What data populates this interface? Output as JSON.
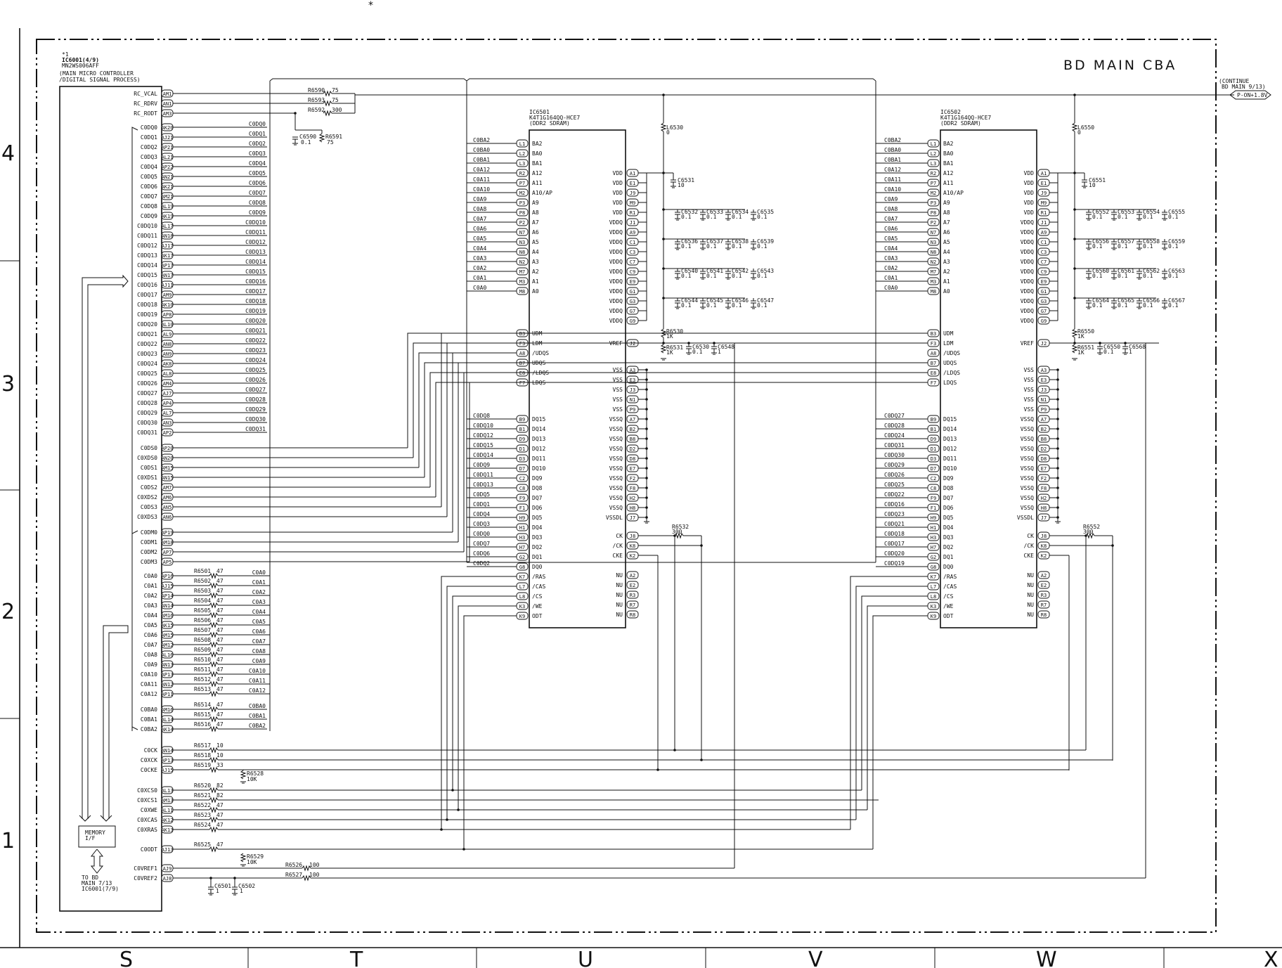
{
  "title": "BD MAIN CBA",
  "asterisk": "*",
  "continue_flag": {
    "line1": "(CONTINUE",
    "line2": "BD MAIN 9/13)",
    "net": "P-ON+1.8V"
  },
  "border": {
    "rows": [
      "4",
      "3",
      "2",
      "1"
    ],
    "cols": [
      "S",
      "T",
      "U",
      "V",
      "W",
      "X"
    ]
  },
  "ic6001": {
    "mark": "*1",
    "ref": "IC6001(4/9)",
    "part": "MN2WS006AFF",
    "desc1": "(MAIN MICRO CONTROLLER",
    "desc2": "/DIGITAL SIGNAL PROCESS)",
    "memory_if": [
      "MEMORY",
      "I/F"
    ],
    "to_note": [
      "TO BD",
      "MAIN 7/13",
      "IC6001(7/9)"
    ],
    "pins": [
      {
        "n": "RC_VCAL",
        "p": "AM1"
      },
      {
        "n": "RC_RDRV",
        "p": "AN1"
      },
      {
        "n": "RC_RODT",
        "p": "AM3"
      },
      {
        "n": "C0DQ0",
        "p": "AK20"
      },
      {
        "n": "C0DQ1",
        "p": "AJ21"
      },
      {
        "n": "C0DQ2",
        "p": "AP21"
      },
      {
        "n": "C0DQ3",
        "p": "AL21"
      },
      {
        "n": "C0DQ4",
        "p": "AP22"
      },
      {
        "n": "C0DQ5",
        "p": "AN21"
      },
      {
        "n": "C0DQ6",
        "p": "AK21"
      },
      {
        "n": "C0DQ7",
        "p": "AM21"
      },
      {
        "n": "C0DQ8",
        "p": "AL19"
      },
      {
        "n": "C0DQ9",
        "p": "AK19"
      },
      {
        "n": "C0DQ10",
        "p": "AL17"
      },
      {
        "n": "C0DQ11",
        "p": "AN18"
      },
      {
        "n": "C0DQ12",
        "p": "AJ17"
      },
      {
        "n": "C0DQ13",
        "p": "AK17"
      },
      {
        "n": "C0DQ14",
        "p": "AP17"
      },
      {
        "n": "C0DQ15",
        "p": "AN17"
      },
      {
        "n": "C0DQ16",
        "p": "AJ11"
      },
      {
        "n": "C0DQ17",
        "p": "AM9"
      },
      {
        "n": "C0DQ18",
        "p": "AK10"
      },
      {
        "n": "C0DQ19",
        "p": "AP8"
      },
      {
        "n": "C0DQ20",
        "p": "AL10"
      },
      {
        "n": "C0DQ21",
        "p": "AL9"
      },
      {
        "n": "C0DQ22",
        "p": "AN8"
      },
      {
        "n": "C0DQ23",
        "p": "AN9"
      },
      {
        "n": "C0DQ24",
        "p": "AK8"
      },
      {
        "n": "C0DQ25",
        "p": "AL8"
      },
      {
        "n": "C0DQ26",
        "p": "AM4"
      },
      {
        "n": "C0DQ27",
        "p": "AJ7"
      },
      {
        "n": "C0DQ28",
        "p": "AP4"
      },
      {
        "n": "C0DQ29",
        "p": "AL7"
      },
      {
        "n": "C0DQ30",
        "p": "AN3"
      },
      {
        "n": "C0DQ31",
        "p": "AP2"
      },
      {
        "n": "C0DS0",
        "p": "AP20"
      },
      {
        "n": "C0XDS0",
        "p": "AN20"
      },
      {
        "n": "C0DS1",
        "p": "AM15"
      },
      {
        "n": "C0XDS1",
        "p": "AN15"
      },
      {
        "n": "C0DS2",
        "p": "AM7"
      },
      {
        "n": "C0XDS2",
        "p": "AM6"
      },
      {
        "n": "C0DS3",
        "p": "AN5"
      },
      {
        "n": "C0XDS3",
        "p": "AN6"
      },
      {
        "n": "C0DM0",
        "p": "AP19"
      },
      {
        "n": "C0DM1",
        "p": "AM18"
      },
      {
        "n": "C0DM2",
        "p": "AP7"
      },
      {
        "n": "C0DM3",
        "p": "AP5"
      },
      {
        "n": "C0A0",
        "p": "AP16"
      },
      {
        "n": "C0A1",
        "p": "AJ15"
      },
      {
        "n": "C0A2",
        "p": "AP14"
      },
      {
        "n": "C0A3",
        "p": "AN14"
      },
      {
        "n": "C0A4",
        "p": "AM16"
      },
      {
        "n": "C0A5",
        "p": "AK15"
      },
      {
        "n": "C0A6",
        "p": "AM15"
      },
      {
        "n": "C0A7",
        "p": "AM12"
      },
      {
        "n": "C0A8",
        "p": "AL16"
      },
      {
        "n": "C0A9",
        "p": "AN13"
      },
      {
        "n": "C0A10",
        "p": "AP13"
      },
      {
        "n": "C0A11",
        "p": "AN12"
      },
      {
        "n": "C0A12",
        "p": "AP11"
      },
      {
        "n": "C0BA0",
        "p": "AM16"
      },
      {
        "n": "C0BA1",
        "p": "AL14"
      },
      {
        "n": "C0BA2",
        "p": "AK14"
      },
      {
        "n": "C0CK",
        "p": "AN14"
      },
      {
        "n": "C0XCK",
        "p": "AP13"
      },
      {
        "n": "C0CKE",
        "p": "AJ15"
      },
      {
        "n": "C0XCS0",
        "p": "AL13"
      },
      {
        "n": "C0XCS1",
        "p": "AM13"
      },
      {
        "n": "C0XWE",
        "p": "AL11"
      },
      {
        "n": "C0XCAS",
        "p": "AK12"
      },
      {
        "n": "C0XRAS",
        "p": "AK13"
      },
      {
        "n": "C0ODT",
        "p": "AJ13"
      },
      {
        "n": "C0VREF1",
        "p": "AJ9"
      },
      {
        "n": "C0VREF2",
        "p": "AJ8"
      }
    ],
    "dq_nets": [
      "C0DQ0",
      "C0DQ1",
      "C0DQ2",
      "C0DQ3",
      "C0DQ4",
      "C0DQ5",
      "C0DQ6",
      "C0DQ7",
      "C0DQ8",
      "C0DQ9",
      "C0DQ10",
      "C0DQ11",
      "C0DQ12",
      "C0DQ13",
      "C0DQ14",
      "C0DQ15",
      "C0DQ16",
      "C0DQ17",
      "C0DQ18",
      "C0DQ19",
      "C0DQ20",
      "C0DQ21",
      "C0DQ22",
      "C0DQ23",
      "C0DQ24",
      "C0DQ25",
      "C0DQ26",
      "C0DQ27",
      "C0DQ28",
      "C0DQ29",
      "C0DQ30",
      "C0DQ31"
    ],
    "addr_res": [
      {
        "r": "R6501",
        "v": "47",
        "net": "C0A0"
      },
      {
        "r": "R6502",
        "v": "47",
        "net": "C0A1"
      },
      {
        "r": "R6503",
        "v": "47",
        "net": "C0A2"
      },
      {
        "r": "R6504",
        "v": "47",
        "net": "C0A3"
      },
      {
        "r": "R6505",
        "v": "47",
        "net": "C0A4"
      },
      {
        "r": "R6506",
        "v": "47",
        "net": "C0A5"
      },
      {
        "r": "R6507",
        "v": "47",
        "net": "C0A6"
      },
      {
        "r": "R6508",
        "v": "47",
        "net": "C0A7"
      },
      {
        "r": "R6509",
        "v": "47",
        "net": "C0A8"
      },
      {
        "r": "R6510",
        "v": "47",
        "net": "C0A9"
      },
      {
        "r": "R6511",
        "v": "47",
        "net": "C0A10"
      },
      {
        "r": "R6512",
        "v": "47",
        "net": "C0A11"
      },
      {
        "r": "R6513",
        "v": "47",
        "net": "C0A12"
      }
    ],
    "ba_res": [
      {
        "r": "R6514",
        "v": "47",
        "net": "C0BA0"
      },
      {
        "r": "R6515",
        "v": "47",
        "net": "C0BA1"
      },
      {
        "r": "R6516",
        "v": "47",
        "net": "C0BA2"
      }
    ],
    "ctl_res": [
      {
        "r": "R6517",
        "v": "10"
      },
      {
        "r": "R6518",
        "v": "10"
      },
      {
        "r": "R6519",
        "v": "33"
      },
      {
        "r": "R6520",
        "v": "82"
      },
      {
        "r": "R6521",
        "v": "82"
      },
      {
        "r": "R6522",
        "v": "47"
      },
      {
        "r": "R6523",
        "v": "47"
      },
      {
        "r": "R6524",
        "v": "47"
      },
      {
        "r": "R6525",
        "v": "47"
      }
    ],
    "misc": {
      "r6520b": {
        "r": "R6528",
        "v": "10K"
      },
      "r6529": {
        "r": "R6529",
        "v": "10K"
      },
      "r6526": {
        "r": "R6526",
        "v": "100"
      },
      "r6527": {
        "r": "R6527",
        "v": "100"
      },
      "c6501": {
        "r": "C6501",
        "v": "1"
      },
      "c6502": {
        "r": "C6502",
        "v": "1"
      },
      "r6590": {
        "r": "R6590",
        "v": "75"
      },
      "r6593": {
        "r": "R6593",
        "v": "75"
      },
      "r6592": {
        "r": "R6592",
        "v": "300"
      },
      "c6590": {
        "r": "C6590",
        "v": "0.1"
      },
      "r6591": {
        "r": "R6591",
        "v": "75"
      }
    }
  },
  "rams": [
    {
      "ref": "IC6501",
      "part": "K4T1G164QQ-HCE7",
      "desc": "(DDR2 SDRAM)",
      "left_nets_top": [
        "C0BA2",
        "C0BA0",
        "C0BA1",
        "C0A12",
        "C0A11",
        "C0A10",
        "C0A9",
        "C0A8",
        "C0A7",
        "C0A6",
        "C0A5",
        "C0A4",
        "C0A3",
        "C0A2",
        "C0A1",
        "C0A0"
      ],
      "left_nets_dq": [
        "C0DQ8",
        "C0DQ10",
        "C0DQ12",
        "C0DQ15",
        "C0DQ14",
        "C0DQ9",
        "C0DQ11",
        "C0DQ13",
        "C0DQ5",
        "C0DQ1",
        "C0DQ4",
        "C0DQ3",
        "C0DQ0",
        "C0DQ7",
        "C0DQ6",
        "C0DQ2"
      ],
      "inductor": {
        "r": "L6530",
        "v": "0"
      },
      "vref_res": {
        "r": "R6530",
        "v": "1K"
      },
      "vref_res2": {
        "r": "R6531",
        "v": "1K"
      },
      "ck_res": {
        "r": "R6532",
        "v": "300"
      },
      "caps_top": {
        "r": "C6531",
        "v": "10"
      },
      "cap_rows": [
        [
          {
            "r": "C6532",
            "v": "0.1"
          },
          {
            "r": "C6533",
            "v": "0.1"
          },
          {
            "r": "C6534",
            "v": "0.1"
          },
          {
            "r": "C6535",
            "v": "0.1"
          }
        ],
        [
          {
            "r": "C6536",
            "v": "0.1"
          },
          {
            "r": "C6537",
            "v": "0.1"
          },
          {
            "r": "C6538",
            "v": "0.1"
          },
          {
            "r": "C6539",
            "v": "0.1"
          }
        ],
        [
          {
            "r": "C6540",
            "v": "0.1"
          },
          {
            "r": "C6541",
            "v": "0.1"
          },
          {
            "r": "C6542",
            "v": "0.1"
          },
          {
            "r": "C6543",
            "v": "0.1"
          }
        ],
        [
          {
            "r": "C6544",
            "v": "0.1"
          },
          {
            "r": "C6545",
            "v": "0.1"
          },
          {
            "r": "C6546",
            "v": "0.1"
          },
          {
            "r": "C6547",
            "v": "0.1"
          }
        ]
      ],
      "vref_caps": [
        {
          "r": "C6530",
          "v": "0.1"
        },
        {
          "r": "C6548",
          "v": "1"
        }
      ]
    },
    {
      "ref": "IC6502",
      "part": "K4T1G164QQ-HCE7",
      "desc": "(DDR2 SDRAM)",
      "left_nets_top": [
        "C0BA2",
        "C0BA0",
        "C0BA1",
        "C0A12",
        "C0A11",
        "C0A10",
        "C0A9",
        "C0A8",
        "C0A7",
        "C0A6",
        "C0A5",
        "C0A4",
        "C0A3",
        "C0A2",
        "C0A1",
        "C0A0"
      ],
      "left_nets_dq": [
        "C0DQ27",
        "C0DQ28",
        "C0DQ24",
        "C0DQ31",
        "C0DQ30",
        "C0DQ29",
        "C0DQ26",
        "C0DQ25",
        "C0DQ22",
        "C0DQ16",
        "C0DQ23",
        "C0DQ21",
        "C0DQ18",
        "C0DQ17",
        "C0DQ20",
        "C0DQ19"
      ],
      "inductor": {
        "r": "L6550",
        "v": "0"
      },
      "vref_res": {
        "r": "R6550",
        "v": "1K"
      },
      "vref_res2": {
        "r": "R6551",
        "v": "1K"
      },
      "ck_res": {
        "r": "R6552",
        "v": "300"
      },
      "caps_top": {
        "r": "C6551",
        "v": "10"
      },
      "cap_rows": [
        [
          {
            "r": "C6552",
            "v": "0.1"
          },
          {
            "r": "C6553",
            "v": "0.1"
          },
          {
            "r": "C6554",
            "v": "0.1"
          },
          {
            "r": "C6555",
            "v": "0.1"
          }
        ],
        [
          {
            "r": "C6556",
            "v": "0.1"
          },
          {
            "r": "C6557",
            "v": "0.1"
          },
          {
            "r": "C6558",
            "v": "0.1"
          },
          {
            "r": "C6559",
            "v": "0.1"
          }
        ],
        [
          {
            "r": "C6560",
            "v": "0.1"
          },
          {
            "r": "C6561",
            "v": "0.1"
          },
          {
            "r": "C6562",
            "v": "0.1"
          },
          {
            "r": "C6563",
            "v": "0.1"
          }
        ],
        [
          {
            "r": "C6564",
            "v": "0.1"
          },
          {
            "r": "C6565",
            "v": "0.1"
          },
          {
            "r": "C6566",
            "v": "0.1"
          },
          {
            "r": "C6567",
            "v": "0.1"
          }
        ]
      ],
      "vref_caps": [
        {
          "r": "C6550",
          "v": "0.1"
        },
        {
          "r": "C6568",
          "v": "1"
        }
      ]
    }
  ],
  "ram_pins": {
    "left_top": [
      {
        "p": "L1",
        "n": "BA2"
      },
      {
        "p": "L2",
        "n": "BA0"
      },
      {
        "p": "L3",
        "n": "BA1"
      },
      {
        "p": "R2",
        "n": "A12"
      },
      {
        "p": "P7",
        "n": "A11"
      },
      {
        "p": "M2",
        "n": "A10/AP"
      },
      {
        "p": "P3",
        "n": "A9"
      },
      {
        "p": "P8",
        "n": "A8"
      },
      {
        "p": "P2",
        "n": "A7"
      },
      {
        "p": "N7",
        "n": "A6"
      },
      {
        "p": "N3",
        "n": "A5"
      },
      {
        "p": "N8",
        "n": "A4"
      },
      {
        "p": "N2",
        "n": "A3"
      },
      {
        "p": "M7",
        "n": "A2"
      },
      {
        "p": "M3",
        "n": "A1"
      },
      {
        "p": "M8",
        "n": "A0"
      }
    ],
    "left_strobe": [
      {
        "p": "B3",
        "n": "UDM"
      },
      {
        "p": "F3",
        "n": "LDM"
      },
      {
        "p": "A8",
        "n": "/UDQS"
      },
      {
        "p": "B7",
        "n": "UDQS"
      },
      {
        "p": "E8",
        "n": "/LDQS"
      },
      {
        "p": "F7",
        "n": "LDQS"
      }
    ],
    "left_dq": [
      {
        "p": "B9",
        "n": "DQ15"
      },
      {
        "p": "B1",
        "n": "DQ14"
      },
      {
        "p": "D9",
        "n": "DQ13"
      },
      {
        "p": "D1",
        "n": "DQ12"
      },
      {
        "p": "D3",
        "n": "DQ11"
      },
      {
        "p": "D7",
        "n": "DQ10"
      },
      {
        "p": "C2",
        "n": "DQ9"
      },
      {
        "p": "C8",
        "n": "DQ8"
      },
      {
        "p": "F9",
        "n": "DQ7"
      },
      {
        "p": "F1",
        "n": "DQ6"
      },
      {
        "p": "H9",
        "n": "DQ5"
      },
      {
        "p": "H1",
        "n": "DQ4"
      },
      {
        "p": "H3",
        "n": "DQ3"
      },
      {
        "p": "H7",
        "n": "DQ2"
      },
      {
        "p": "G2",
        "n": "DQ1"
      },
      {
        "p": "G8",
        "n": "DQ0"
      }
    ],
    "left_ctl": [
      {
        "p": "K7",
        "n": "/RAS"
      },
      {
        "p": "L7",
        "n": "/CAS"
      },
      {
        "p": "L8",
        "n": "/CS"
      },
      {
        "p": "K3",
        "n": "/WE"
      },
      {
        "p": "K9",
        "n": "ODT"
      }
    ],
    "right_pwr": [
      {
        "p": "A1",
        "n": "VDD"
      },
      {
        "p": "E1",
        "n": "VDD"
      },
      {
        "p": "J9",
        "n": "VDD"
      },
      {
        "p": "M9",
        "n": "VDD"
      },
      {
        "p": "R1",
        "n": "VDD"
      },
      {
        "p": "J1",
        "n": "VDDQ"
      },
      {
        "p": "A9",
        "n": "VDDQ"
      },
      {
        "p": "C1",
        "n": "VDDQ"
      },
      {
        "p": "C3",
        "n": "VDDQ"
      },
      {
        "p": "C7",
        "n": "VDDQ"
      },
      {
        "p": "C9",
        "n": "VDDQ"
      },
      {
        "p": "E9",
        "n": "VDDQ"
      },
      {
        "p": "G1",
        "n": "VDDQ"
      },
      {
        "p": "G3",
        "n": "VDDQ"
      },
      {
        "p": "G7",
        "n": "VDDQ"
      },
      {
        "p": "G9",
        "n": "VDDQ"
      }
    ],
    "vref": {
      "p": "J2",
      "n": "VREF"
    },
    "right_gnd": [
      {
        "p": "A3",
        "n": "VSS"
      },
      {
        "p": "E3",
        "n": "VSS"
      },
      {
        "p": "J3",
        "n": "VSS"
      },
      {
        "p": "N1",
        "n": "VSS"
      },
      {
        "p": "P9",
        "n": "VSS"
      },
      {
        "p": "A7",
        "n": "VSSQ"
      },
      {
        "p": "B2",
        "n": "VSSQ"
      },
      {
        "p": "B8",
        "n": "VSSQ"
      },
      {
        "p": "D2",
        "n": "VSSQ"
      },
      {
        "p": "D8",
        "n": "VSSQ"
      },
      {
        "p": "E7",
        "n": "VSSQ"
      },
      {
        "p": "F2",
        "n": "VSSQ"
      },
      {
        "p": "F8",
        "n": "VSSQ"
      },
      {
        "p": "H2",
        "n": "VSSQ"
      },
      {
        "p": "H8",
        "n": "VSSQ"
      },
      {
        "p": "J7",
        "n": "VSSDL"
      }
    ],
    "right_clk": [
      {
        "p": "J8",
        "n": "CK"
      },
      {
        "p": "K8",
        "n": "/CK"
      },
      {
        "p": "K2",
        "n": "CKE"
      }
    ],
    "right_nu": [
      {
        "p": "A2",
        "n": "NU"
      },
      {
        "p": "E2",
        "n": "NU"
      },
      {
        "p": "R3",
        "n": "NU"
      },
      {
        "p": "R7",
        "n": "NU"
      },
      {
        "p": "R8",
        "n": "NU"
      }
    ]
  }
}
